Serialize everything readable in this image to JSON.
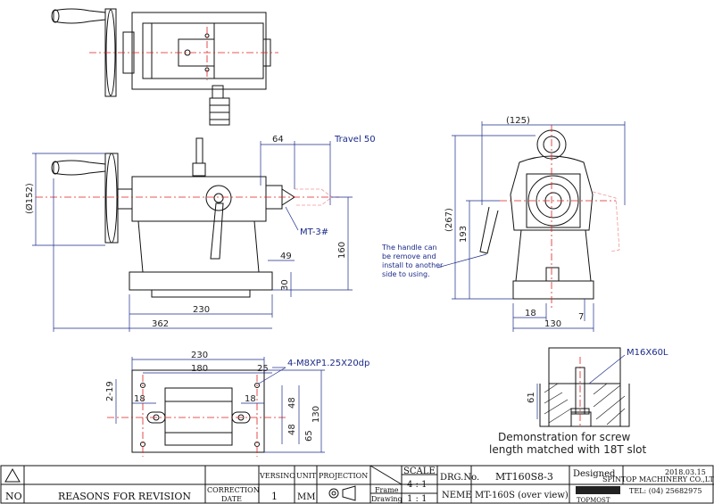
{
  "dimensions": {
    "top_travel": "Travel 50",
    "top_64": "64",
    "dia_152": "(Ø152)",
    "mt": "MT-3#",
    "d_49": "49",
    "d_160": "160",
    "d_30": "30",
    "d_230_side": "230",
    "d_362": "362",
    "d_125": "(125)",
    "d_267": "(267)",
    "d_193": "193",
    "d_18_front": "18",
    "d_7": "7",
    "d_130_front": "130",
    "d_230_plan": "230",
    "d_180": "180",
    "d_25": "25",
    "bolt_spec": "4-M8XP1.25X20dp",
    "d_2_19": "2-19",
    "d_18_plan": "18",
    "d_18_plan_r": "18",
    "d_48_top": "48",
    "d_48_bot": "48",
    "d_65": "65",
    "d_130_plan": "130",
    "d_61": "61",
    "screw": "M16X60L"
  },
  "notes": {
    "handle_note_1": "The handle can",
    "handle_note_2": "be remove and",
    "handle_note_3": "install to another",
    "handle_note_4": "side to using.",
    "demo_1": "Demonstration for screw",
    "demo_2": "length matched with 18T slot"
  },
  "title_block": {
    "no_label": "NO",
    "reasons": "REASONS FOR REVISION",
    "correction_1": "CORRECTION",
    "correction_2": "DATE",
    "versino": "VERSINO",
    "version_value": "1",
    "unit_label": "UNIT",
    "unit_value": "MM",
    "projection": "PROJECTION",
    "scale": "SCALE",
    "frame": "Frame",
    "frame_value": "4 : 1",
    "drawing": "Drawing",
    "drawing_value": "1 : 1",
    "drg_no": "DRG.No.",
    "drg_value": "MT160S8-3",
    "neme": "NEME",
    "neme_value": "MT-160S (over view)",
    "designed": "Designed",
    "date": "2018.03.15",
    "company": "SPINTOP MACHINERY CO.,LTD.",
    "tel": "TEL: (04) 25682975",
    "logo_text": "TOPMOST"
  }
}
